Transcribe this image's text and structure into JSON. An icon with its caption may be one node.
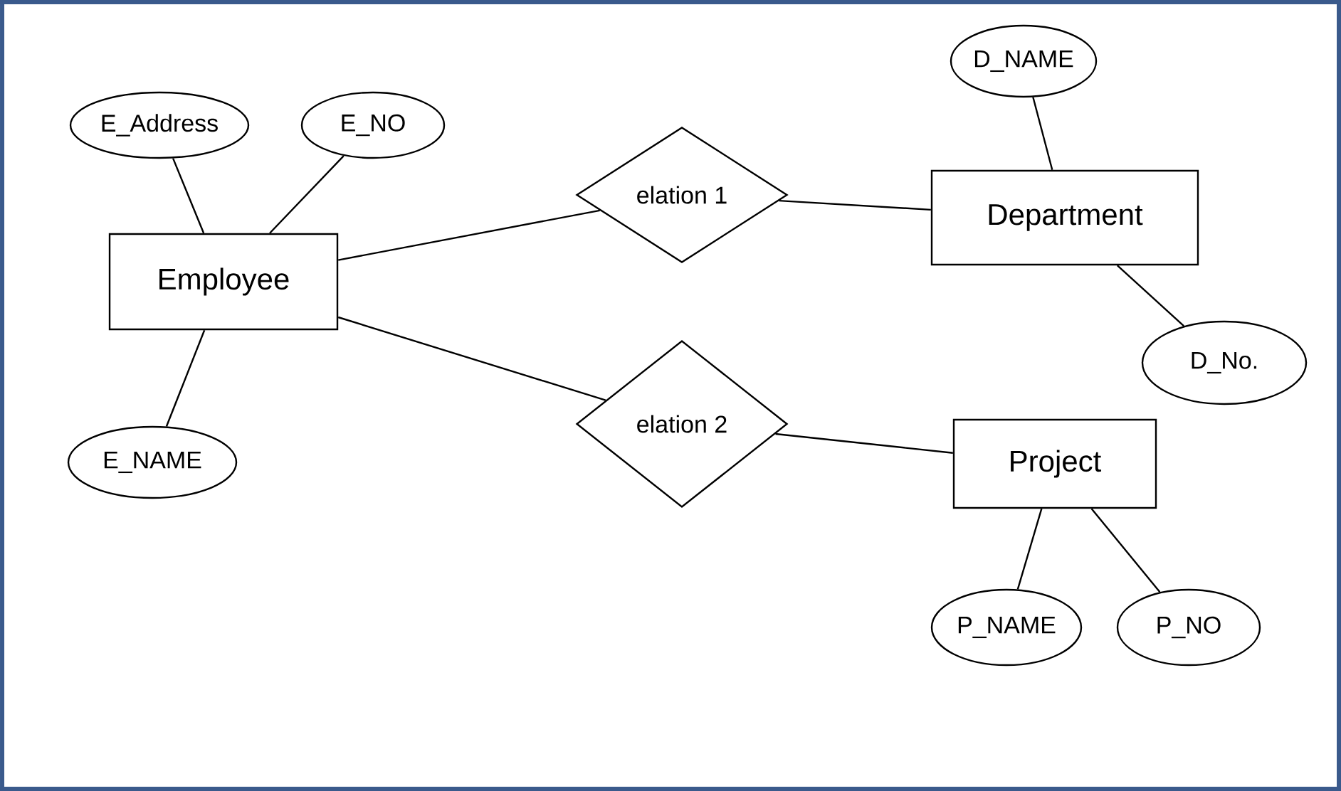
{
  "diagram": {
    "nodes": [
      {
        "text": [
          "E_Address"
        ]
      },
      {
        "text": [
          "E_NO"
        ]
      },
      {
        "text": [
          "Employee"
        ]
      },
      {
        "text": [
          "E_NAME"
        ]
      },
      {
        "text": [
          "elation 1"
        ]
      },
      {
        "text": [
          "D_NAME"
        ]
      },
      {
        "text": [
          "Department"
        ]
      },
      {
        "text": [
          "D_No."
        ]
      },
      {
        "text": [
          "elation 2"
        ]
      },
      {
        "text": [
          "Project"
        ]
      },
      {
        "text": [
          "P_NAME"
        ]
      },
      {
        "text": [
          "P_NO"
        ]
      }
    ],
    "edges": [
      {
        "from": 0,
        "to": 2,
        "arrow": "none"
      },
      {
        "from": 1,
        "to": 2,
        "arrow": "none"
      },
      {
        "from": 2,
        "to": 3,
        "arrow": "none"
      },
      {
        "from": 2,
        "to": 4,
        "arrow": "none"
      },
      {
        "from": 4,
        "to": 6,
        "arrow": "none"
      },
      {
        "from": 5,
        "to": 6,
        "arrow": "none"
      },
      {
        "from": 6,
        "to": 7,
        "arrow": "none"
      },
      {
        "from": 2,
        "to": 8,
        "arrow": "none"
      },
      {
        "from": 8,
        "to": 9,
        "arrow": "none"
      },
      {
        "from": 9,
        "to": 10,
        "arrow": "none"
      },
      {
        "from": 9,
        "to": 11,
        "arrow": "none"
      }
    ]
  }
}
